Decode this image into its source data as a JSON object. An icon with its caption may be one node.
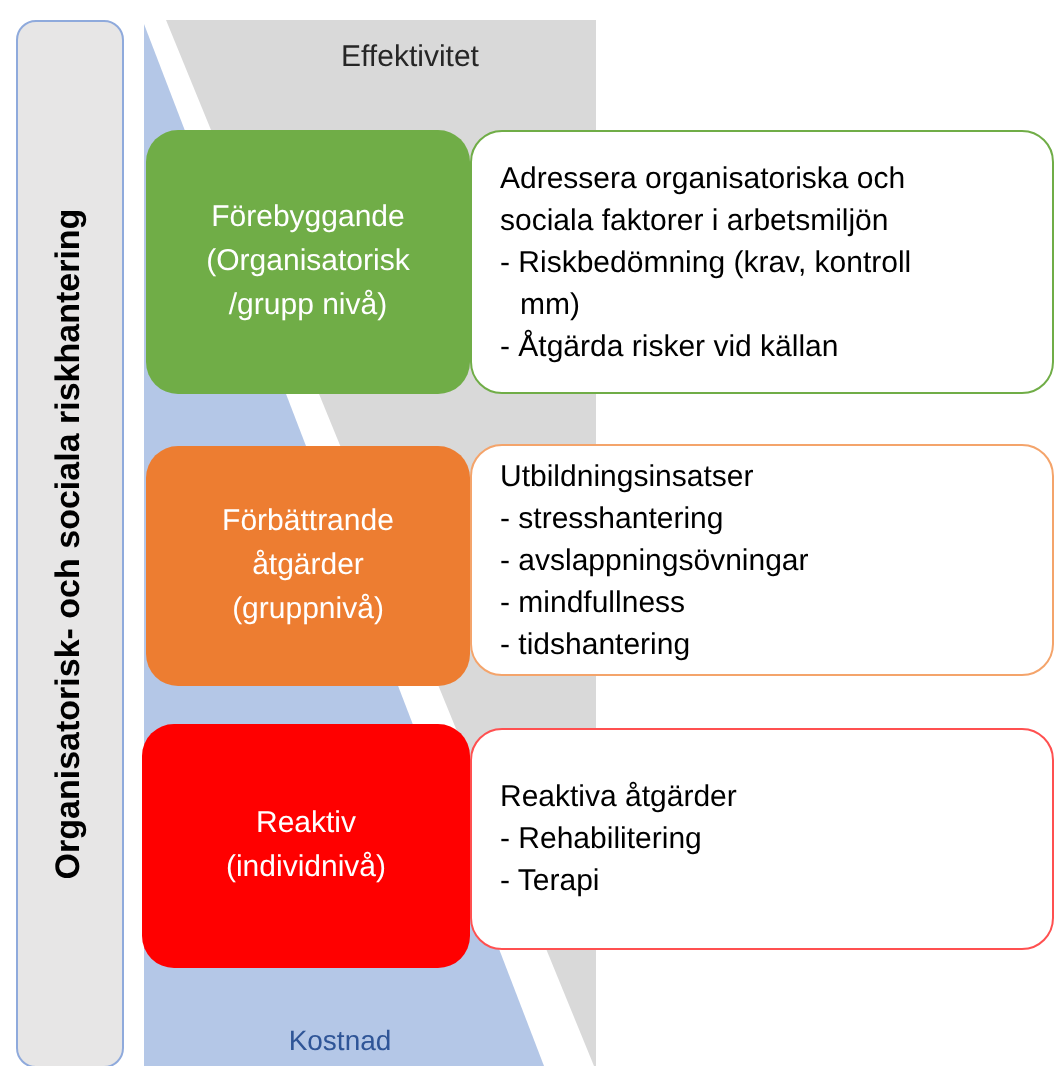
{
  "diagram": {
    "nodes": [
      {
        "text": [
          "Organisatorisk- och sociala riskhantering"
        ]
      },
      {
        "text": [
          "Förebyggande (Organisatorisk /grupp nivå)"
        ]
      },
      {
        "text": [
          "Adressera organisatoriska och sociala faktorer i arbetsmiljön",
          "- Riskbedömning (krav, kontroll mm)",
          "- Åtgärda risker vid källan"
        ]
      },
      {
        "text": [
          "Förbättrande åtgärder (gruppnivå)"
        ]
      },
      {
        "text": [
          "Utbildningsinsatser",
          "- stresshantering",
          "- avslappningsövningar",
          "- mindfullness",
          "- tidshantering"
        ]
      },
      {
        "text": [
          "Reaktiv (individnivå)"
        ]
      },
      {
        "text": [
          "Reaktiva åtgärder",
          "- Rehabilitering",
          "- Terapi"
        ]
      }
    ],
    "labels": [
      "Effektivitet",
      "Kostnad"
    ]
  }
}
